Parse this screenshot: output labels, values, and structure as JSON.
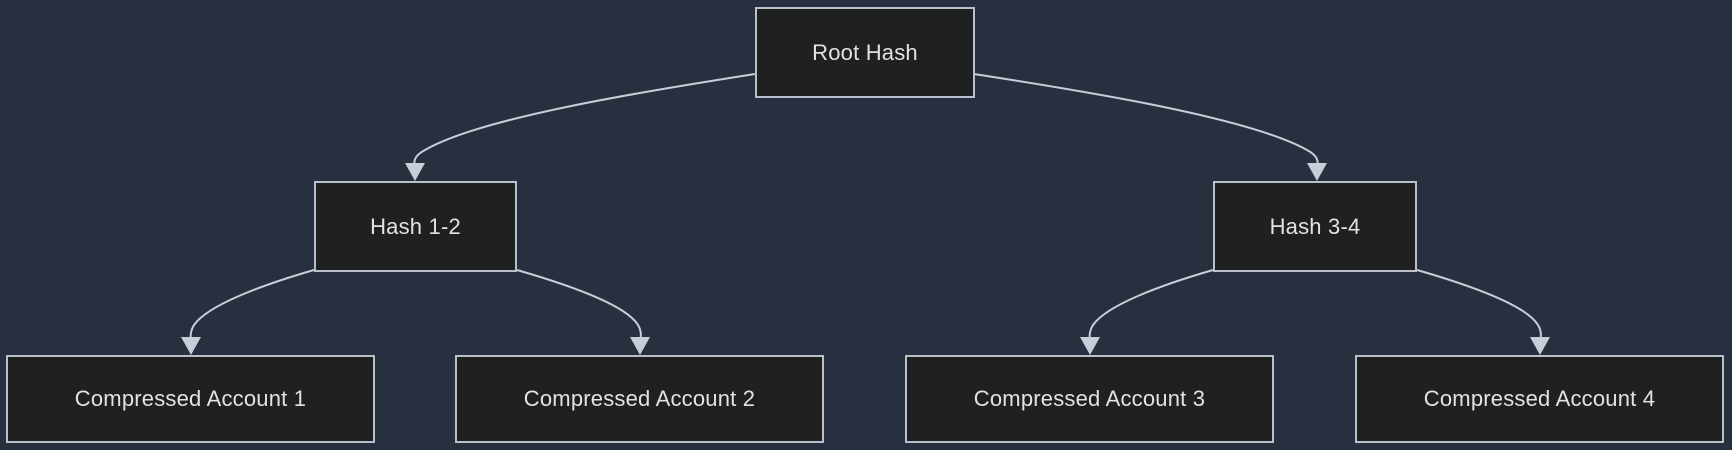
{
  "diagram": {
    "type": "merkle-tree",
    "background_color": "#282f3e",
    "node_fill_color": "#1f2020",
    "node_border_color": "#b9c0cb",
    "text_color": "#e2e2e2",
    "edge_color": "#c8ced8",
    "nodes": [
      {
        "id": "root",
        "label": "Root Hash",
        "level": 0
      },
      {
        "id": "hash12",
        "label": "Hash 1-2",
        "level": 1
      },
      {
        "id": "hash34",
        "label": "Hash 3-4",
        "level": 1
      },
      {
        "id": "account1",
        "label": "Compressed Account 1",
        "level": 2
      },
      {
        "id": "account2",
        "label": "Compressed Account 2",
        "level": 2
      },
      {
        "id": "account3",
        "label": "Compressed Account 3",
        "level": 2
      },
      {
        "id": "account4",
        "label": "Compressed Account 4",
        "level": 2
      }
    ],
    "edges": [
      {
        "from": "root",
        "to": "hash12"
      },
      {
        "from": "root",
        "to": "hash34"
      },
      {
        "from": "hash12",
        "to": "account1"
      },
      {
        "from": "hash12",
        "to": "account2"
      },
      {
        "from": "hash34",
        "to": "account3"
      },
      {
        "from": "hash34",
        "to": "account4"
      }
    ]
  }
}
